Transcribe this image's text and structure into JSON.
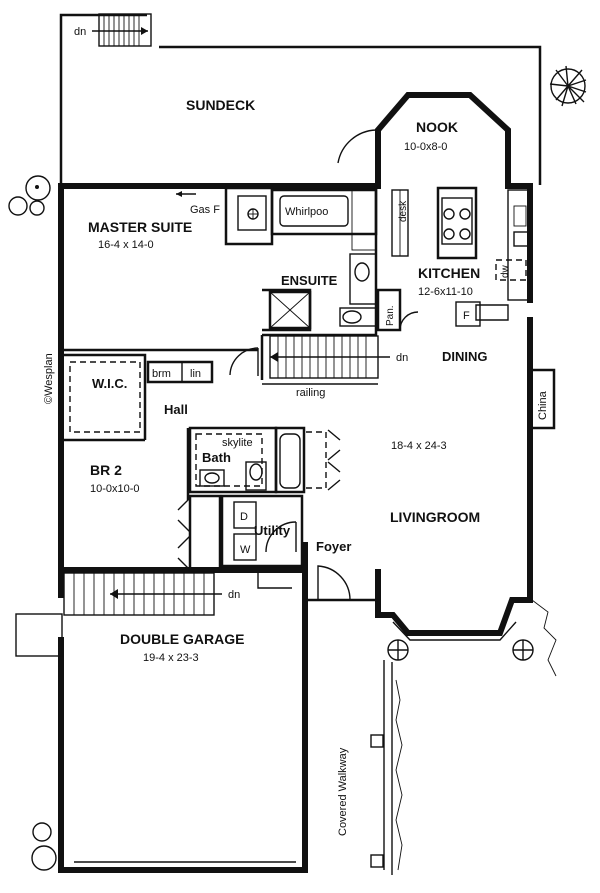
{
  "rooms": {
    "sundeck": {
      "name": "SUNDECK"
    },
    "nook": {
      "name": "NOOK",
      "size": "10-0x8-0"
    },
    "master_suite": {
      "name": "MASTER SUITE",
      "size": "16-4 x 14-0"
    },
    "ensuite": {
      "name": "ENSUITE"
    },
    "kitchen": {
      "name": "KITCHEN",
      "size": "12-6x11-10"
    },
    "dining": {
      "name": "DINING"
    },
    "wic": {
      "name": "W.I.C."
    },
    "hall": {
      "name": "Hall"
    },
    "br2": {
      "name": "BR 2",
      "size": "10-0x10-0"
    },
    "bath": {
      "name": "Bath"
    },
    "utility": {
      "name": "Utility"
    },
    "foyer": {
      "name": "Foyer"
    },
    "livingroom": {
      "name": "LIVINGROOM",
      "size": "18-4 x 24-3"
    },
    "double_garage": {
      "name": "DOUBLE GARAGE",
      "size": "19-4 x 23-3"
    }
  },
  "fixtures": {
    "whirlpool": "Whirlpoo",
    "gas_fireplace": "Gas F",
    "desk": "desk",
    "dishwasher": "dw",
    "fridge": "F",
    "pantry": "Pan.",
    "skylite": "skylite",
    "broom": "brm",
    "linen": "lin",
    "china": "China",
    "railing": "railing",
    "washer": "W",
    "dryer": "D",
    "covered_walkway": "Covered Walkway"
  },
  "stairs": {
    "deck_dn": "dn",
    "main_dn": "dn",
    "garage_dn": "dn"
  },
  "copyright": "©Wesplan"
}
